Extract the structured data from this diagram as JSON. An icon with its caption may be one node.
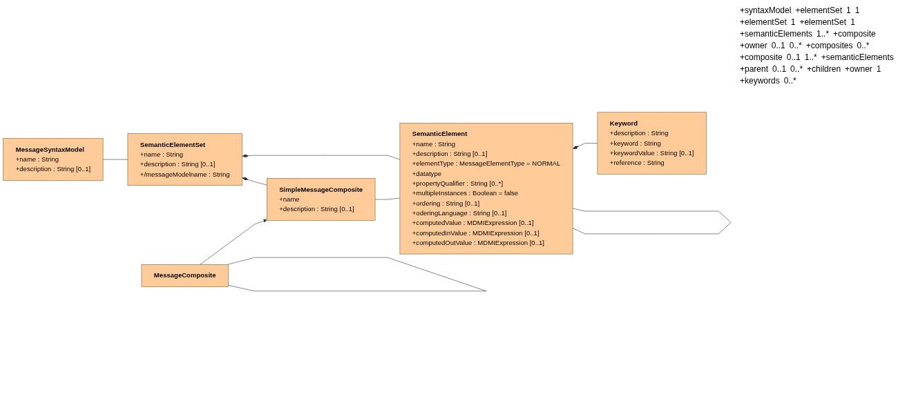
{
  "diagram": {
    "nodes": [
      {
        "text": [
          "MessageSyntaxModel",
          "+name : String",
          "+description : String [0..1]"
        ]
      },
      {
        "text": [
          "SemanticElementSet",
          "+name : String",
          "+description : String [0..1]",
          "+/messageModelname : String"
        ]
      },
      {
        "text": [
          "MessageComposite"
        ]
      },
      {
        "text": [
          "SimpleMessageComposite",
          "+name",
          "+description : String [0..1]"
        ]
      },
      {
        "text": [
          "SemanticElement",
          "+name : String",
          "+description : String [0..1]",
          "+elementType : MessageElementType = NORMAL",
          "+datatype",
          "+propertyQualifier : String [0..*]",
          "+multipleInstances : Boolean = false",
          "+ordering : String [0..1]",
          "+oderingLanguage : String [0..1]",
          "+computedValue : MDMIExpression [0..1]",
          "+computedInValue : MDMIExpression [0..1]",
          "+computedOutValue : MDMIExpression [0..1]"
        ]
      },
      {
        "text": [
          "Keyword",
          "+description : String",
          "+keyword : String",
          "+keywordValue : String [0..1]",
          "+reference : String"
        ]
      }
    ],
    "edges": [
      {
        "from": 0,
        "to": 1,
        "arrow": "none"
      },
      {
        "from": 1,
        "to": 4,
        "arrow": "other"
      },
      {
        "from": 1,
        "to": 3,
        "arrow": "other"
      },
      {
        "from": 2,
        "to": 2,
        "arrow": "none"
      },
      {
        "from": 2,
        "to": 3,
        "arrow": "to"
      },
      {
        "from": 3,
        "to": 4,
        "arrow": "none"
      },
      {
        "from": 4,
        "to": 4,
        "arrow": "none"
      },
      {
        "from": 4,
        "to": 5,
        "arrow": "other"
      }
    ],
    "labels": [
      "+syntaxModel",
      "+elementSet",
      "1",
      "1",
      "+elementSet",
      "1",
      "+elementSet",
      "1",
      "+semanticElements",
      "1..*",
      "+composite",
      "+owner",
      "0..1",
      "0..*",
      "+composites",
      "0..*",
      "+composite",
      "0..1",
      "1..*",
      "+semanticElements",
      "+parent",
      "0..1",
      "0..*",
      "+children",
      "+owner",
      "1",
      "+keywords",
      "0..*"
    ]
  }
}
